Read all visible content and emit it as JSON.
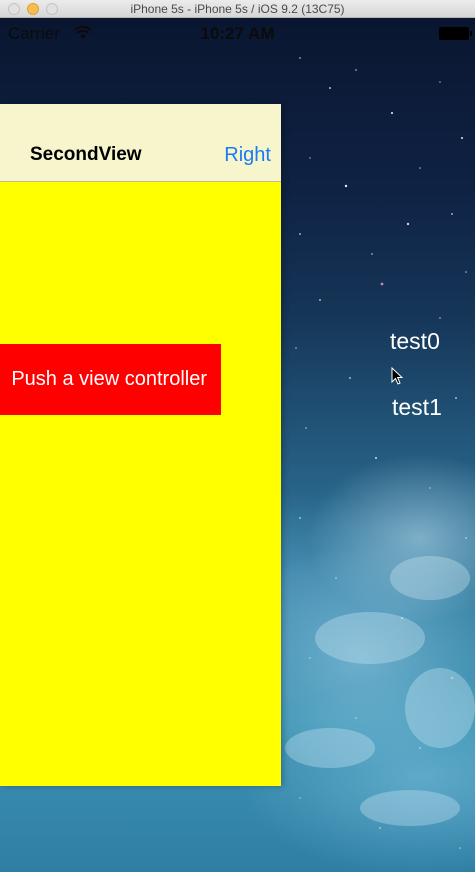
{
  "window": {
    "title": "iPhone 5s - iPhone 5s / iOS 9.2 (13C75)"
  },
  "status_bar": {
    "carrier": "Carrier",
    "time": "10:27 AM"
  },
  "view_controller": {
    "nav_title": "SecondView",
    "nav_right": "Right",
    "push_button": "Push a view controller",
    "background_color": "#ffff00",
    "nav_bar_color": "#f7f5cc",
    "button_color": "#fe0000",
    "tint_color": "#1a7cf5"
  },
  "background_list": {
    "items": [
      "test0",
      "test1"
    ]
  },
  "icons": [
    "wifi-icon",
    "battery-icon",
    "cursor-icon"
  ]
}
